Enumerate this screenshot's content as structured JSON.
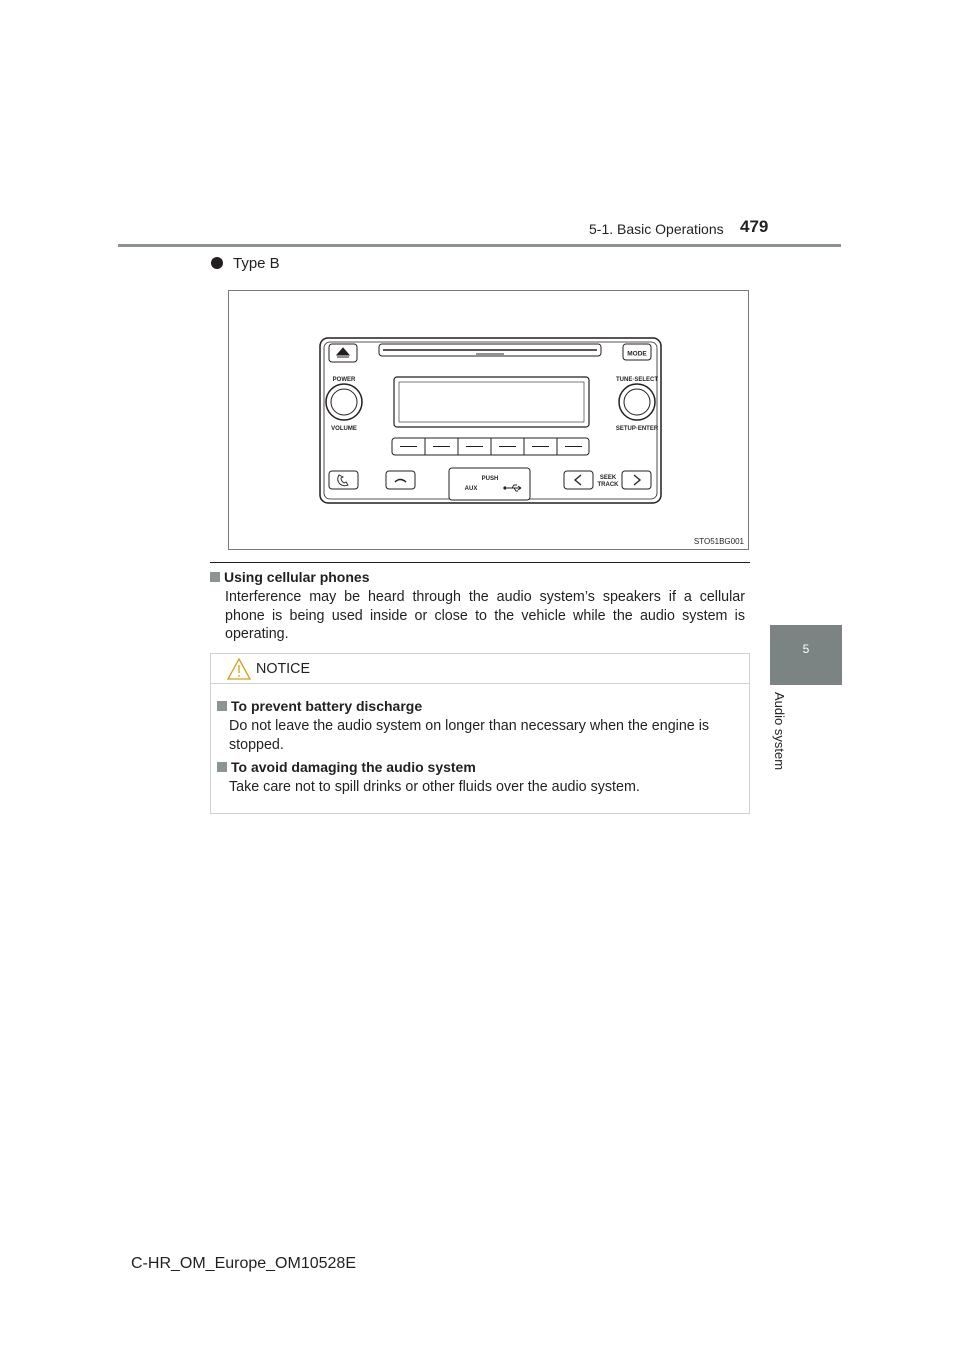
{
  "header": {
    "section": "5-1. Basic Operations",
    "page_number": "479"
  },
  "side_tab": {
    "number": "5",
    "label": "Audio system"
  },
  "type_heading": "Type B",
  "figure": {
    "code": "STO51BG001",
    "labels": {
      "mode": "MODE",
      "power": "POWER",
      "volume": "VOLUME",
      "tune_select": "TUNE·SELECT",
      "setup_enter": "SETUP·ENTER",
      "push": "PUSH",
      "aux": "AUX",
      "seek": "SEEK",
      "track": "TRACK"
    }
  },
  "cellular": {
    "title": "Using cellular phones",
    "text": "Interference may be heard through the audio system’s speakers if a cellular phone is being used inside or close to the vehicle while the audio system is operating."
  },
  "notice": {
    "label": "NOTICE",
    "items": [
      {
        "title": "To prevent battery discharge",
        "text": "Do not leave the audio system on longer than necessary when the engine is stopped."
      },
      {
        "title": "To avoid damaging the audio system",
        "text": "Take care not to spill drinks or other fluids over the audio system."
      }
    ]
  },
  "footer": "C-HR_OM_Europe_OM10528E"
}
